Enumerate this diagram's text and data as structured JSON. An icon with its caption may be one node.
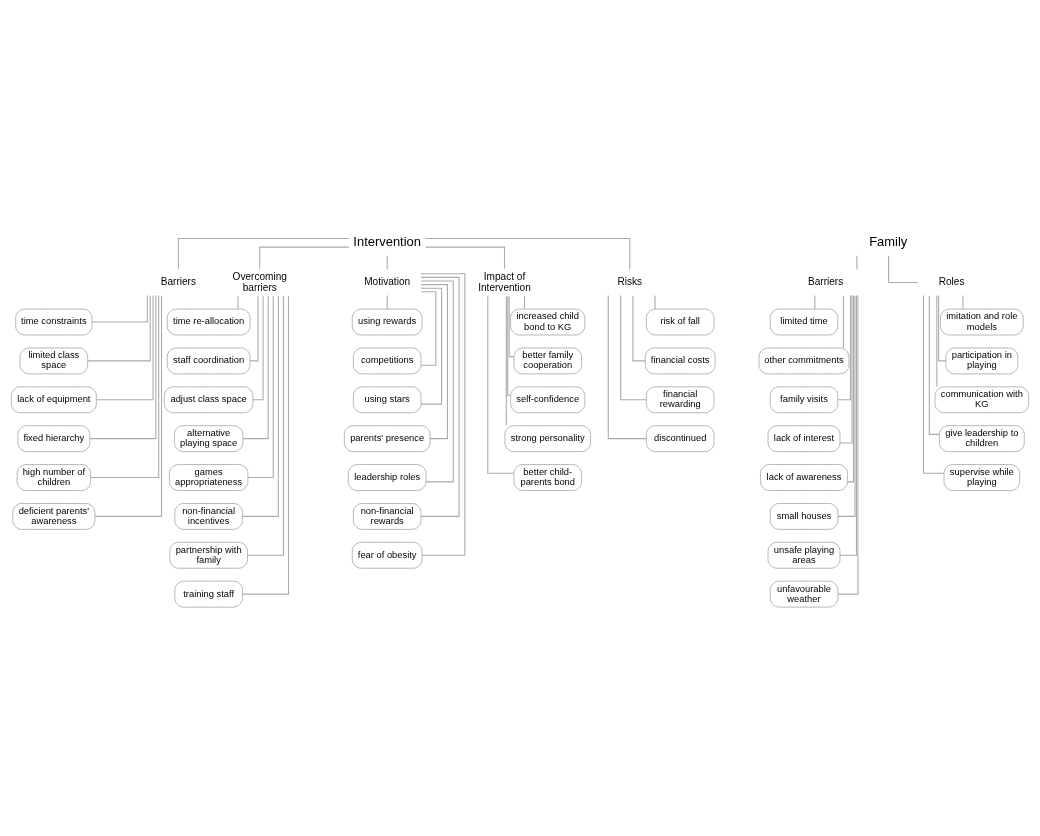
{
  "diagram": {
    "nodes": [
      {
        "text": [
          "Intervention"
        ]
      },
      {
        "text": [
          "Barriers"
        ]
      },
      {
        "text": [
          "time constraints"
        ]
      },
      {
        "text": [
          "limited class space"
        ]
      },
      {
        "text": [
          "lack of equipment"
        ]
      },
      {
        "text": [
          "fixed hierarchy"
        ]
      },
      {
        "text": [
          "high number of children"
        ]
      },
      {
        "text": [
          "deficient parents' awareness"
        ]
      },
      {
        "text": [
          "Overcoming barriers"
        ]
      },
      {
        "text": [
          "time re-allocation"
        ]
      },
      {
        "text": [
          "staff coordination"
        ]
      },
      {
        "text": [
          "adjust class space"
        ]
      },
      {
        "text": [
          "alternative playing space"
        ]
      },
      {
        "text": [
          "games appropriateness"
        ]
      },
      {
        "text": [
          "non-financial incentives"
        ]
      },
      {
        "text": [
          "partnership with family"
        ]
      },
      {
        "text": [
          "training staff"
        ]
      },
      {
        "text": [
          "Motivation"
        ]
      },
      {
        "text": [
          "using rewards"
        ]
      },
      {
        "text": [
          "competitions"
        ]
      },
      {
        "text": [
          "using stars"
        ]
      },
      {
        "text": [
          "parents' presence"
        ]
      },
      {
        "text": [
          "leadership roles"
        ]
      },
      {
        "text": [
          "non-financial rewards"
        ]
      },
      {
        "text": [
          "fear of obesity"
        ]
      },
      {
        "text": [
          "Impact of Intervention"
        ]
      },
      {
        "text": [
          "increased child bond to KG"
        ]
      },
      {
        "text": [
          "better family cooperation"
        ]
      },
      {
        "text": [
          "self-confidence"
        ]
      },
      {
        "text": [
          "strong personality"
        ]
      },
      {
        "text": [
          "better child-parents bond"
        ]
      },
      {
        "text": [
          "Risks"
        ]
      },
      {
        "text": [
          "risk of fall"
        ]
      },
      {
        "text": [
          "financial costs"
        ]
      },
      {
        "text": [
          "financial rewarding"
        ]
      },
      {
        "text": [
          "discontinued"
        ]
      },
      {
        "text": [
          "Family"
        ]
      },
      {
        "text": [
          "Barriers"
        ]
      },
      {
        "text": [
          "limited time"
        ]
      },
      {
        "text": [
          "other commitments"
        ]
      },
      {
        "text": [
          "family visits"
        ]
      },
      {
        "text": [
          "lack of interest"
        ]
      },
      {
        "text": [
          "lack of awareness"
        ]
      },
      {
        "text": [
          "small houses"
        ]
      },
      {
        "text": [
          "unsafe playing areas"
        ]
      },
      {
        "text": [
          "unfavourable weather"
        ]
      },
      {
        "text": [
          "Roles"
        ]
      },
      {
        "text": [
          "imitation and role models"
        ]
      },
      {
        "text": [
          "participation in playing"
        ]
      },
      {
        "text": [
          "communication with KG"
        ]
      },
      {
        "text": [
          "give leadership to children"
        ]
      },
      {
        "text": [
          "supervise while playing"
        ]
      }
    ],
    "edges": [
      {
        "from": 0,
        "to": 1,
        "arrow": "none"
      },
      {
        "from": 0,
        "to": 8,
        "arrow": "none"
      },
      {
        "from": 0,
        "to": 17,
        "arrow": "none"
      },
      {
        "from": 0,
        "to": 25,
        "arrow": "none"
      },
      {
        "from": 0,
        "to": 31,
        "arrow": "none"
      },
      {
        "from": 1,
        "to": 2,
        "arrow": "none"
      },
      {
        "from": 1,
        "to": 3,
        "arrow": "none"
      },
      {
        "from": 1,
        "to": 4,
        "arrow": "none"
      },
      {
        "from": 1,
        "to": 5,
        "arrow": "none"
      },
      {
        "from": 1,
        "to": 6,
        "arrow": "none"
      },
      {
        "from": 1,
        "to": 7,
        "arrow": "none"
      },
      {
        "from": 8,
        "to": 9,
        "arrow": "none"
      },
      {
        "from": 8,
        "to": 10,
        "arrow": "none"
      },
      {
        "from": 8,
        "to": 11,
        "arrow": "none"
      },
      {
        "from": 8,
        "to": 12,
        "arrow": "none"
      },
      {
        "from": 8,
        "to": 13,
        "arrow": "none"
      },
      {
        "from": 8,
        "to": 14,
        "arrow": "none"
      },
      {
        "from": 8,
        "to": 15,
        "arrow": "none"
      },
      {
        "from": 8,
        "to": 16,
        "arrow": "none"
      },
      {
        "from": 17,
        "to": 18,
        "arrow": "none"
      },
      {
        "from": 17,
        "to": 19,
        "arrow": "none"
      },
      {
        "from": 17,
        "to": 20,
        "arrow": "none"
      },
      {
        "from": 17,
        "to": 21,
        "arrow": "none"
      },
      {
        "from": 17,
        "to": 22,
        "arrow": "none"
      },
      {
        "from": 17,
        "to": 23,
        "arrow": "none"
      },
      {
        "from": 17,
        "to": 24,
        "arrow": "none"
      },
      {
        "from": 25,
        "to": 26,
        "arrow": "none"
      },
      {
        "from": 25,
        "to": 27,
        "arrow": "none"
      },
      {
        "from": 25,
        "to": 28,
        "arrow": "none"
      },
      {
        "from": 25,
        "to": 29,
        "arrow": "none"
      },
      {
        "from": 25,
        "to": 30,
        "arrow": "none"
      },
      {
        "from": 31,
        "to": 32,
        "arrow": "none"
      },
      {
        "from": 31,
        "to": 33,
        "arrow": "none"
      },
      {
        "from": 31,
        "to": 34,
        "arrow": "none"
      },
      {
        "from": 31,
        "to": 35,
        "arrow": "none"
      },
      {
        "from": 36,
        "to": 37,
        "arrow": "none"
      },
      {
        "from": 36,
        "to": 46,
        "arrow": "none"
      },
      {
        "from": 37,
        "to": 38,
        "arrow": "none"
      },
      {
        "from": 37,
        "to": 39,
        "arrow": "none"
      },
      {
        "from": 37,
        "to": 40,
        "arrow": "none"
      },
      {
        "from": 37,
        "to": 41,
        "arrow": "none"
      },
      {
        "from": 37,
        "to": 42,
        "arrow": "none"
      },
      {
        "from": 37,
        "to": 43,
        "arrow": "none"
      },
      {
        "from": 37,
        "to": 44,
        "arrow": "none"
      },
      {
        "from": 37,
        "to": 45,
        "arrow": "none"
      },
      {
        "from": 46,
        "to": 47,
        "arrow": "none"
      },
      {
        "from": 46,
        "to": 48,
        "arrow": "none"
      },
      {
        "from": 46,
        "to": 49,
        "arrow": "none"
      },
      {
        "from": 46,
        "to": 50,
        "arrow": "none"
      },
      {
        "from": 46,
        "to": 51,
        "arrow": "none"
      }
    ]
  }
}
